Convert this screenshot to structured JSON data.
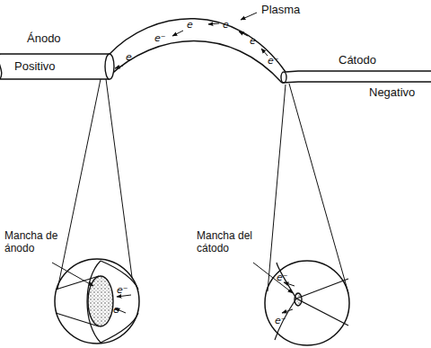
{
  "diagram": {
    "nodes": [
      {
        "text": [
          "Ánodo",
          "Positivo"
        ]
      },
      {
        "text": [
          "e⁻",
          "e"
        ]
      },
      {
        "text": [
          "e⁻",
          "e⁻"
        ]
      }
    ],
    "edges": [
      {
        "from": 0,
        "to": 1,
        "arrow": "none"
      }
    ],
    "labels": [
      "Plasma",
      "Cátodo",
      "Negativo",
      "Mancha de ánodo",
      "Mancha del cátodo",
      "e",
      "e⁻",
      "e",
      "e",
      "e",
      "e⁻"
    ]
  }
}
